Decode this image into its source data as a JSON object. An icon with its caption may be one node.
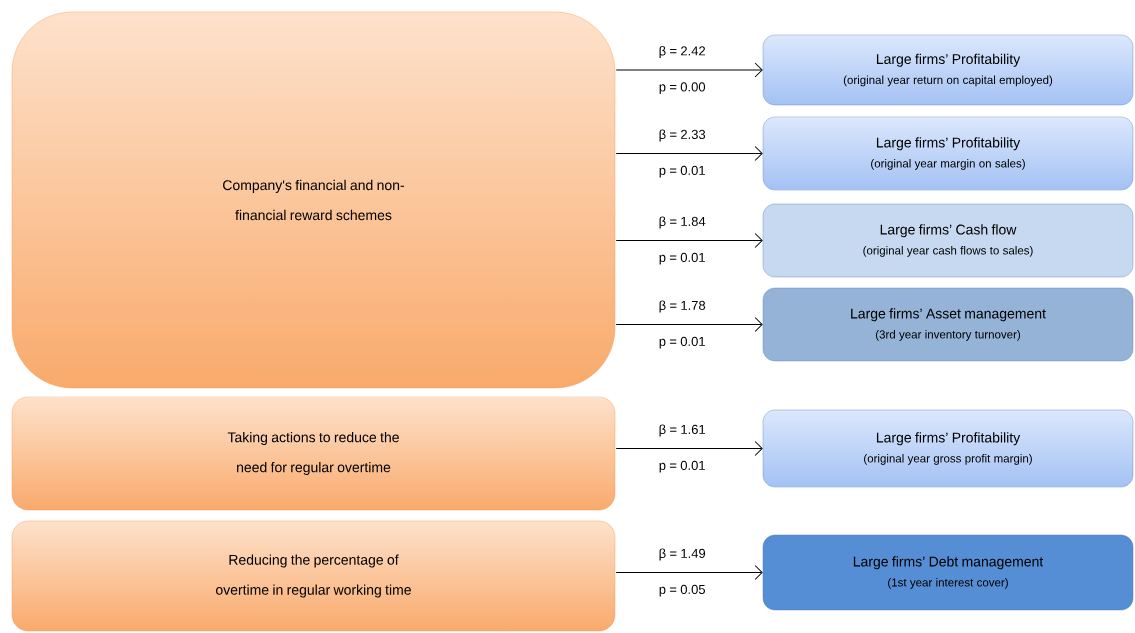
{
  "diagram": {
    "nodes": [
      {
        "text": [
          "Company's financial and non-financial reward schemes"
        ]
      },
      {
        "text": [
          "Taking actions to reduce the need for regular overtime"
        ]
      },
      {
        "text": [
          "Reducing the percentage of overtime in regular working time"
        ]
      },
      {
        "text": [
          "Large firms’ Profitability",
          "(original year return on capital employed)"
        ]
      },
      {
        "text": [
          "Large firms’ Profitability",
          "(original year margin on sales)"
        ]
      },
      {
        "text": [
          "Large firms’ Cash flow",
          "(original year cash flows to sales)"
        ]
      },
      {
        "text": [
          "Large firms’ Asset management",
          "(3rd year inventory turnover)"
        ]
      },
      {
        "text": [
          "Large firms’ Profitability",
          "(original year gross profit margin)"
        ]
      },
      {
        "text": [
          "Large firms’ Debt management",
          "(1st year interest cover)"
        ]
      }
    ],
    "edges": [
      {
        "from": 0,
        "to": 3,
        "arrow": "to",
        "label": "β = 2.42 p = 0.00"
      },
      {
        "from": 0,
        "to": 4,
        "arrow": "to",
        "label": "β = 2.33 p = 0.01"
      },
      {
        "from": 0,
        "to": 5,
        "arrow": "to",
        "label": "β = 1.84 p = 0.01"
      },
      {
        "from": 0,
        "to": 6,
        "arrow": "to",
        "label": "β = 1.78 p = 0.01"
      },
      {
        "from": 1,
        "to": 7,
        "arrow": "to",
        "label": "β = 1.61 p = 0.01"
      },
      {
        "from": 2,
        "to": 8,
        "arrow": "to",
        "label": "β = 1.49 p = 0.05"
      }
    ]
  }
}
